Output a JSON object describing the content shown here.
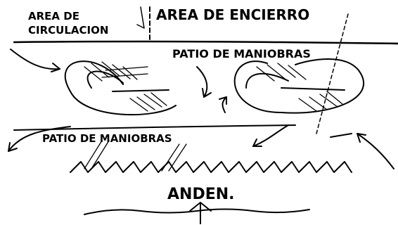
{
  "labels": {
    "circ_area_l1": "AREA DE",
    "circ_area_l2": "CIRCULACION",
    "enclosure_area": "AREA DE ENCIERRO",
    "maneuver_yard_top": "PATIO DE MANIOBRAS",
    "maneuver_yard_bottom": "PATIO DE MANIOBRAS",
    "platform": "ANDEN."
  },
  "colors": {
    "ink": "#000000",
    "paper": "#ffffff"
  }
}
